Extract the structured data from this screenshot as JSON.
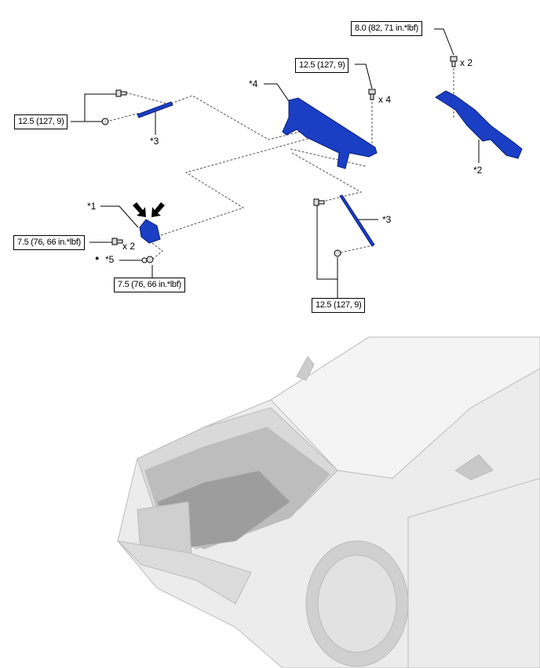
{
  "torque_specs": {
    "bracket_bolts_top": "8.0 (82, 71 in.*lbf)",
    "cowl_bolts": "12.5 (127, 9)",
    "left_support_fasteners": "12.5 (127, 9)",
    "lock_bolts": "7.5 (76, 66 in.*lbf)",
    "lock_nut": "7.5 (76, 66 in.*lbf)",
    "right_support_fasteners": "12.5 (127, 9)"
  },
  "quantities": {
    "bracket_bolts": "x 2",
    "cowl_bolts": "x 4",
    "lock_bolts": "x 2"
  },
  "callouts": {
    "part1": "*1",
    "part2": "*2",
    "part3_left": "*3",
    "part3_right": "*3",
    "part4": "*4",
    "part5": "*5",
    "non_reusable_mark": "●"
  },
  "colors": {
    "part": "#1a3fc4",
    "line": "#000000",
    "car": "#e6e6e6"
  }
}
